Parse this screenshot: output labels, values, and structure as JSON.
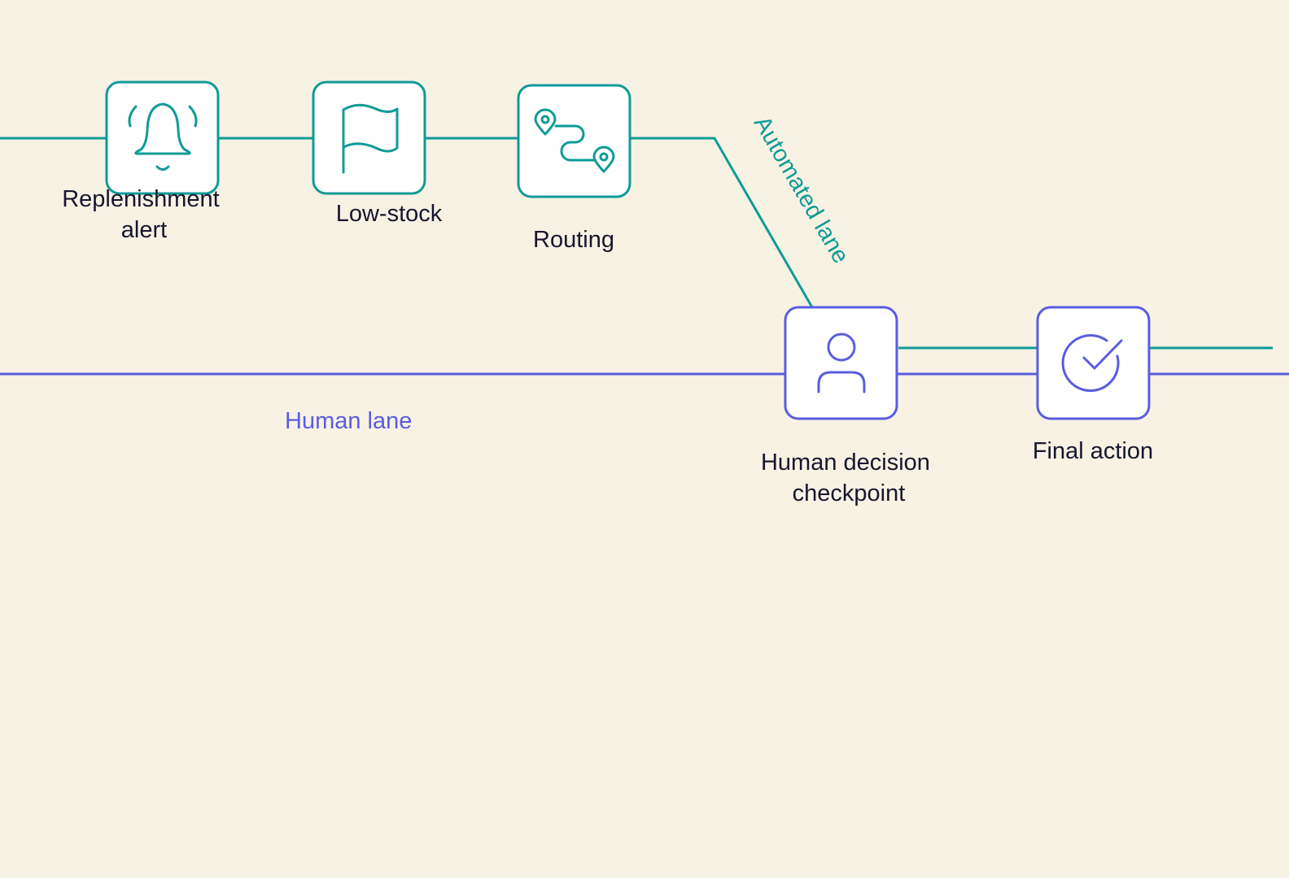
{
  "colors": {
    "background": "#f8f2e4",
    "automated": "#0e9b97",
    "human": "#5a5ce0",
    "text": "#161630"
  },
  "lanes": {
    "automated_label": "Automated lane",
    "human_label": "Human lane"
  },
  "nodes": [
    {
      "id": "replenishment-alert",
      "lane": "automated",
      "icon": "bell-icon",
      "label_lines": [
        "Replenishment",
        "alert"
      ]
    },
    {
      "id": "low-stock",
      "lane": "automated",
      "icon": "flag-icon",
      "label_lines": [
        "Low-stock"
      ]
    },
    {
      "id": "routing",
      "lane": "automated",
      "icon": "route-icon",
      "label_lines": [
        "Routing"
      ]
    },
    {
      "id": "human-decision-checkpoint",
      "lane": "human",
      "icon": "person-icon",
      "label_lines": [
        "Human decision",
        "checkpoint"
      ]
    },
    {
      "id": "final-action",
      "lane": "human",
      "icon": "check-circle-icon",
      "label_lines": [
        "Final action"
      ]
    }
  ]
}
